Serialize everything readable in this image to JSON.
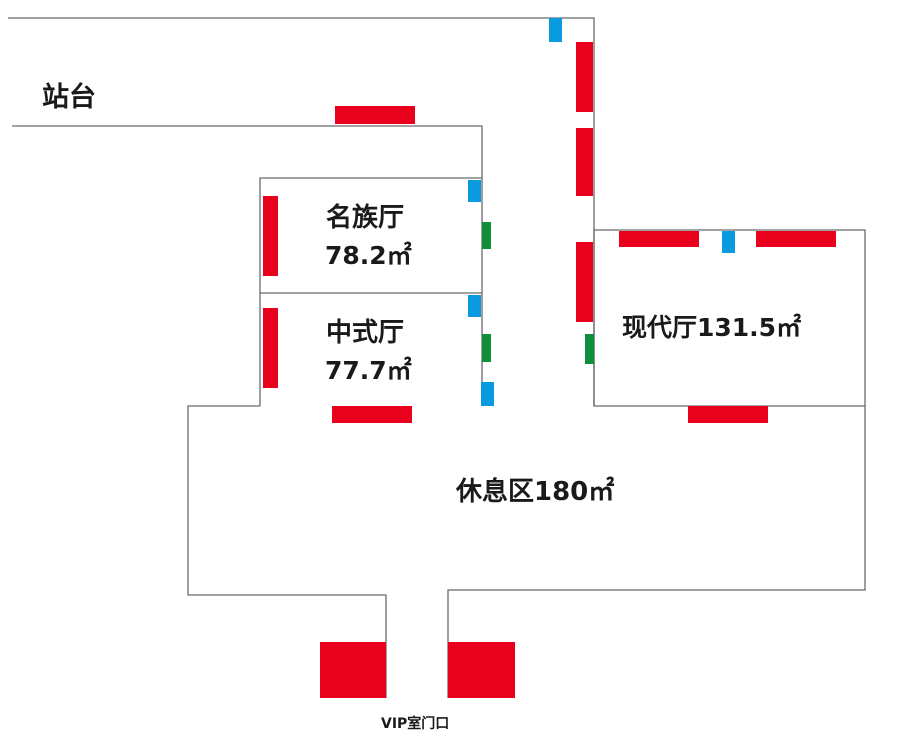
{
  "labels": {
    "platform": "站台",
    "hall_mingzu_name": "名族厅",
    "hall_mingzu_area": "78.2㎡",
    "hall_zhongshi_name": "中式厅",
    "hall_zhongshi_area": "77.7㎡",
    "hall_xiandai": "现代厅131.5㎡",
    "rest_area": "休息区180㎡",
    "vip_entrance": "VIP室门口"
  },
  "colors": {
    "red_block": "#e8001c",
    "blue_block": "#0a9ae0",
    "green_block": "#0f8f3c",
    "wall": "#6b6b6b"
  }
}
